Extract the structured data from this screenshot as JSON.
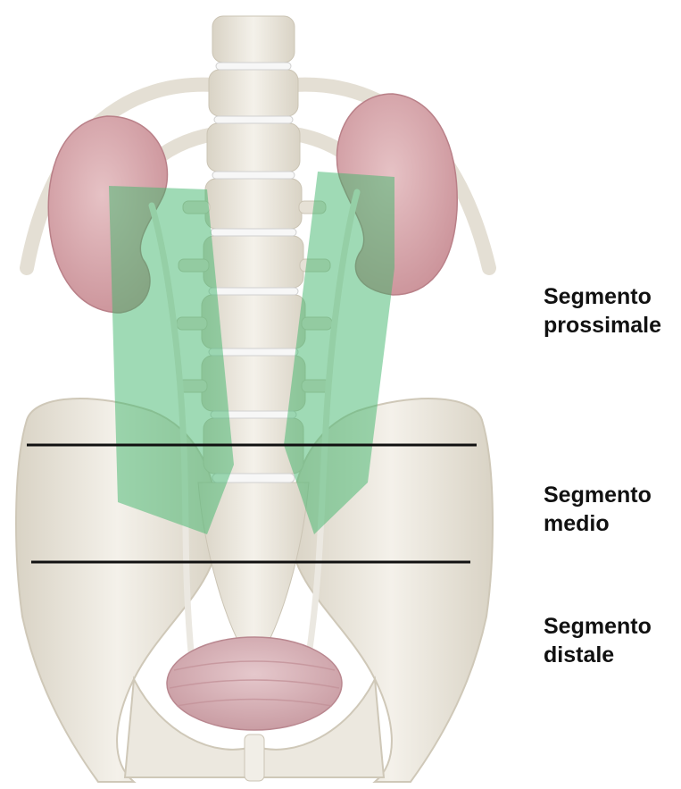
{
  "labels": {
    "proximal": {
      "line1": "Segmento",
      "line2": "prossimale"
    },
    "middle": {
      "line1": "Segmento",
      "line2": "medio"
    },
    "distal": {
      "line1": "Segmento",
      "line2": "distale"
    }
  },
  "colors": {
    "bone": "#efece4",
    "bone_shadow": "#d6d0c2",
    "kidney": "#d9a6ab",
    "bladder": "#d8b3b8",
    "ureter": "#e8e6e0",
    "highlight": "#3fb56b",
    "divider": "#111111"
  }
}
